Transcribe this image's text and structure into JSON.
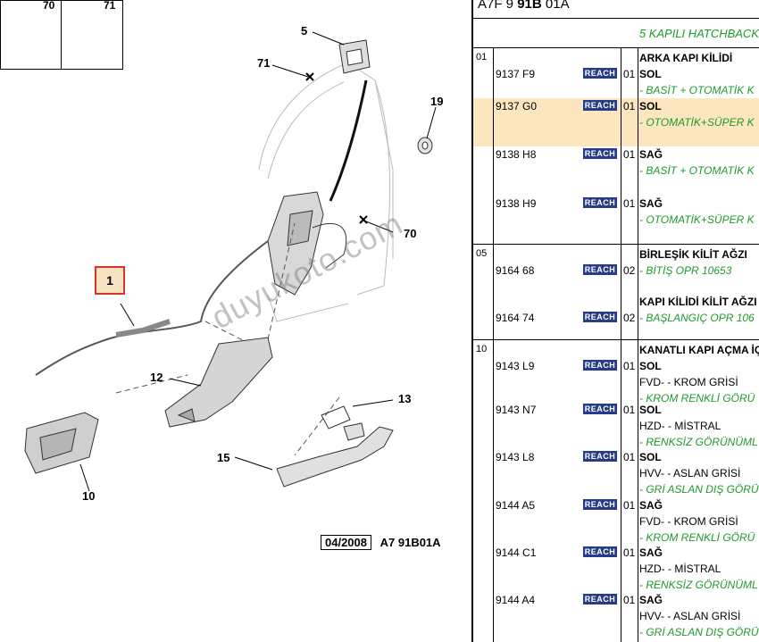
{
  "header": {
    "code_prefix": "A7F 9",
    "code_bold": "91B",
    "code_suffix": "01A"
  },
  "variant": "5 KAPILI HATCHBACK",
  "thumbs": [
    "70",
    "71"
  ],
  "callouts": {
    "c5": "5",
    "c71": "71",
    "c19": "19",
    "c70": "70",
    "c1": "1",
    "c12": "12",
    "c13": "13",
    "c15": "15",
    "c10": "10"
  },
  "stamp": {
    "date": "04/2008",
    "ref": "A7 91B01A"
  },
  "watermark": "duyukoto.com",
  "groups": [
    {
      "num": "01"
    },
    {
      "num": "05"
    },
    {
      "num": "10"
    }
  ],
  "rows": [
    {
      "group": "01",
      "title": "ARKA KAPI KİLİDİ",
      "pn": "9137 F9",
      "reach": "REACH",
      "qty": "01",
      "side": "SOL",
      "sub": "",
      "note": "- BASİT + OTOMATİK K",
      "highlight": false
    },
    {
      "pn": "9137 G0",
      "reach": "REACH",
      "qty": "01",
      "side": "SOL",
      "sub": "",
      "note": "- OTOMATİK+SÜPER K",
      "highlight": true
    },
    {
      "pn": "9138 H8",
      "reach": "REACH",
      "qty": "01",
      "side": "SAĞ",
      "sub": "",
      "note": "- BASİT + OTOMATİK K",
      "highlight": false
    },
    {
      "pn": "9138 H9",
      "reach": "REACH",
      "qty": "01",
      "side": "SAĞ",
      "sub": "",
      "note": "- OTOMATİK+SÜPER K",
      "highlight": false
    },
    {
      "group": "05",
      "title": "BİRLEŞİK KİLİT AĞZI",
      "pn": "9164 68",
      "reach": "REACH",
      "qty": "02",
      "side": "",
      "sub": "",
      "note": "- BİTİŞ OPR 10653",
      "highlight": false
    },
    {
      "title": "KAPI KİLİDİ KİLİT AĞZI",
      "pn": "9164 74",
      "reach": "REACH",
      "qty": "02",
      "side": "",
      "sub": "",
      "note": "- BAŞLANGIÇ OPR 106",
      "highlight": false
    },
    {
      "group": "10",
      "title": "KANATLI KAPI AÇMA İÇ",
      "pn": "9143 L9",
      "reach": "REACH",
      "qty": "01",
      "side": "SOL",
      "sub": "FVD- - KROM GRİSİ",
      "note": "- KROM RENKLİ GÖRÜ",
      "highlight": false
    },
    {
      "pn": "9143 N7",
      "reach": "REACH",
      "qty": "01",
      "side": "SOL",
      "sub": "HZD- - MİSTRAL",
      "note": "- RENKSİZ GÖRÜNÜML",
      "highlight": false
    },
    {
      "pn": "9143 L8",
      "reach": "REACH",
      "qty": "01",
      "side": "SOL",
      "sub": "HVV- - ASLAN GRİSİ",
      "note": "- GRİ ASLAN DIŞ GÖRÜ",
      "highlight": false
    },
    {
      "pn": "9144 A5",
      "reach": "REACH",
      "qty": "01",
      "side": "SAĞ",
      "sub": "FVD- - KROM GRİSİ",
      "note": "- KROM RENKLİ GÖRÜ",
      "highlight": false
    },
    {
      "pn": "9144 C1",
      "reach": "REACH",
      "qty": "01",
      "side": "SAĞ",
      "sub": "HZD- - MİSTRAL",
      "note": "- RENKSİZ GÖRÜNÜML",
      "highlight": false
    },
    {
      "pn": "9144 A4",
      "reach": "REACH",
      "qty": "01",
      "side": "SAĞ",
      "sub": "HVV- - ASLAN GRİSİ",
      "note": "- GRİ ASLAN DIŞ GÖRÜ",
      "highlight": false
    }
  ]
}
